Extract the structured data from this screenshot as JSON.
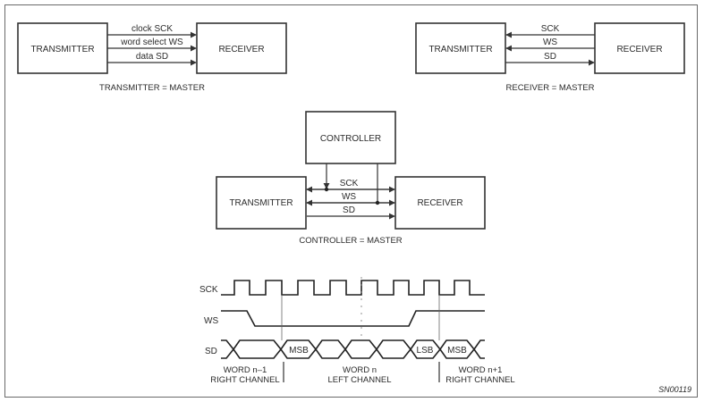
{
  "diagram1": {
    "transmitter": "TRANSMITTER",
    "receiver": "RECEIVER",
    "signals": [
      "clock SCK",
      "word select WS",
      "data SD"
    ],
    "caption": "TRANSMITTER = MASTER"
  },
  "diagram2": {
    "transmitter": "TRANSMITTER",
    "receiver": "RECEIVER",
    "signals": [
      "SCK",
      "WS",
      "SD"
    ],
    "caption": "RECEIVER = MASTER"
  },
  "diagram3": {
    "controller": "CONTROLLER",
    "transmitter": "TRANSMITTER",
    "receiver": "RECEIVER",
    "signals": [
      "SCK",
      "WS",
      "SD"
    ],
    "caption": "CONTROLLER = MASTER"
  },
  "timing": {
    "signal_names": [
      "SCK",
      "WS",
      "SD"
    ],
    "bits": [
      "MSB",
      "LSB",
      "MSB"
    ],
    "words": [
      {
        "line1": "WORD  n–1",
        "line2": "RIGHT  CHANNEL"
      },
      {
        "line1": "WORD  n",
        "line2": "LEFT  CHANNEL"
      },
      {
        "line1": "WORD  n+1",
        "line2": "RIGHT  CHANNEL"
      }
    ]
  },
  "figure_ref": "SN00119"
}
